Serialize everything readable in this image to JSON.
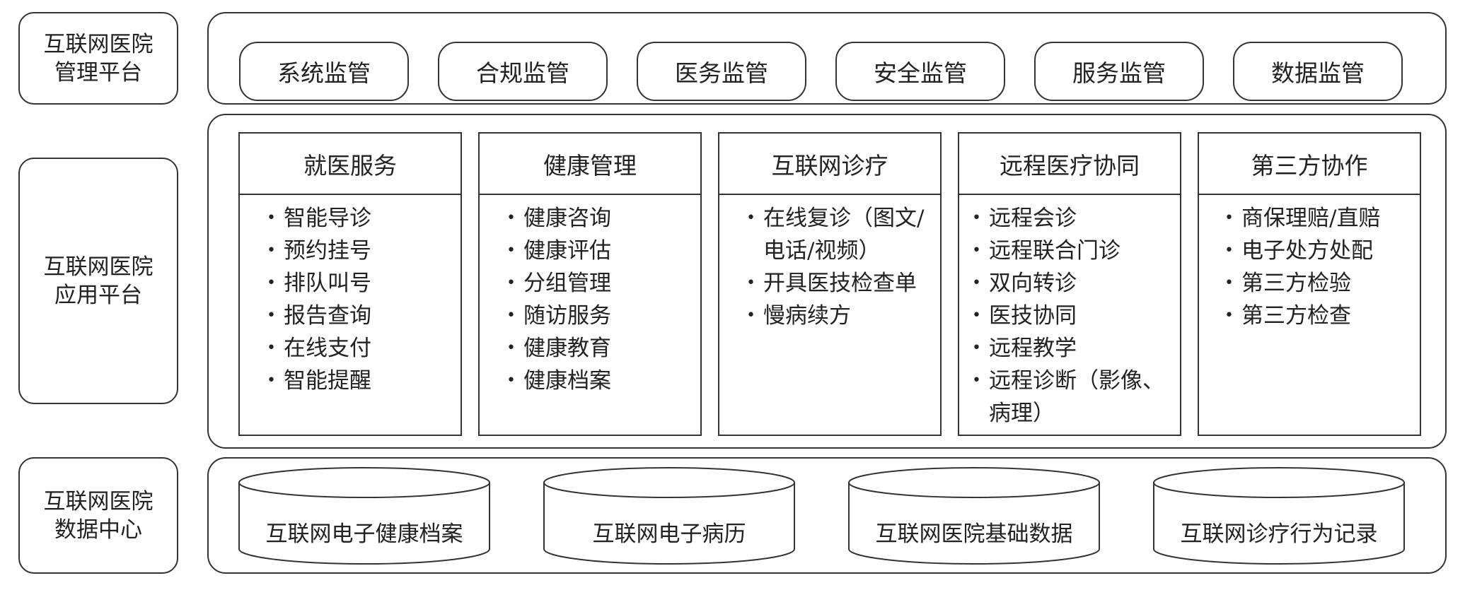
{
  "management": {
    "label": [
      "互联网医院",
      "管理平台"
    ],
    "items": [
      "系统监管",
      "合规监管",
      "医务监管",
      "安全监管",
      "服务监管",
      "数据监管"
    ]
  },
  "application": {
    "label": [
      "互联网医院",
      "应用平台"
    ],
    "columns": [
      {
        "title": "就医服务",
        "items": [
          "智能导诊",
          "预约挂号",
          "排队叫号",
          "报告查询",
          "在线支付",
          "智能提醒"
        ]
      },
      {
        "title": "健康管理",
        "items": [
          "健康咨询",
          "健康评估",
          "分组管理",
          "随访服务",
          "健康教育",
          "健康档案"
        ]
      },
      {
        "title": "互联网诊疗",
        "items": [
          "在线复诊（图文/电话/视频）",
          "开具医技检查单",
          "慢病续方"
        ]
      },
      {
        "title": "远程医疗协同",
        "items": [
          "远程会诊",
          "远程联合门诊",
          "双向转诊",
          "医技协同",
          "远程教学",
          "远程诊断（影像、病理）"
        ]
      },
      {
        "title": "第三方协作",
        "items": [
          "商保理赔/直赔",
          "电子处方处配",
          "第三方检验",
          "第三方检查"
        ]
      }
    ]
  },
  "data_center": {
    "label": [
      "互联网医院",
      "数据中心"
    ],
    "stores": [
      "互联网电子健康档案",
      "互联网电子病历",
      "互联网医院基础数据",
      "互联网诊疗行为记录"
    ]
  }
}
